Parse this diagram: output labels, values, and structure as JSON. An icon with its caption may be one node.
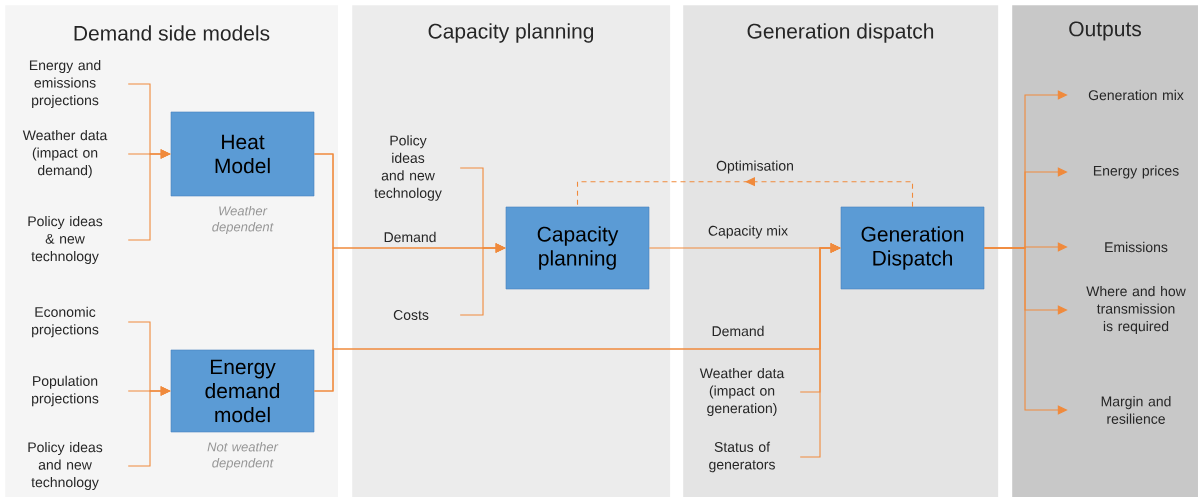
{
  "diagram": {
    "nodes": [
      {
        "text": [
          "Demand side models"
        ]
      },
      {
        "text": [
          "Energy and emissions projections"
        ],
        "in": 0
      },
      {
        "text": [
          "Weather data (impact on demand)"
        ],
        "in": 0
      },
      {
        "text": [
          "Policy ideas & new technology"
        ],
        "in": 0
      },
      {
        "text": [
          "Heat Model"
        ],
        "beside": [
          "Weather dependent"
        ],
        "in": 0
      },
      {
        "text": [
          "Economic projections"
        ],
        "in": 0
      },
      {
        "text": [
          "Population projections"
        ],
        "in": 0
      },
      {
        "text": [
          "Policy ideas and new technology"
        ],
        "in": 0
      },
      {
        "text": [
          "Energy demand model"
        ],
        "beside": [
          "Not weather dependent"
        ],
        "in": 0
      },
      {
        "text": [
          "Capacity planning"
        ]
      },
      {
        "text": [
          "Policy ideas and new technology"
        ],
        "in": 9
      },
      {
        "text": [
          "Costs"
        ],
        "in": 9
      },
      {
        "text": [
          "Capacity planning"
        ],
        "in": 9
      },
      {
        "text": [
          "Generation dispatch"
        ]
      },
      {
        "text": [
          "Weather data (impact on generation)"
        ],
        "in": 13
      },
      {
        "text": [
          "Status of generators"
        ],
        "in": 13
      },
      {
        "text": [
          "Generation Dispatch"
        ],
        "in": 13
      },
      {
        "text": [
          "Outputs"
        ]
      },
      {
        "text": [
          "Generation mix"
        ],
        "in": 17
      },
      {
        "text": [
          "Energy prices"
        ],
        "in": 17
      },
      {
        "text": [
          "Emissions"
        ],
        "in": 17
      },
      {
        "text": [
          "Where and how transmission is required"
        ],
        "in": 17
      },
      {
        "text": [
          "Margin and resilience"
        ],
        "in": 17
      }
    ],
    "edges": [
      {
        "from": 1,
        "to": 4,
        "arrow": "to"
      },
      {
        "from": 2,
        "to": 4,
        "arrow": "to"
      },
      {
        "from": 3,
        "to": 4,
        "arrow": "to"
      },
      {
        "from": 5,
        "to": 8,
        "arrow": "to"
      },
      {
        "from": 6,
        "to": 8,
        "arrow": "to"
      },
      {
        "from": 7,
        "to": 8,
        "arrow": "to"
      },
      {
        "from": 4,
        "to": 12,
        "arrow": "to",
        "label": "Demand"
      },
      {
        "from": 8,
        "to": 12,
        "arrow": "to"
      },
      {
        "from": 10,
        "to": 12,
        "arrow": "to"
      },
      {
        "from": 11,
        "to": 12,
        "arrow": "to"
      },
      {
        "from": 4,
        "to": 16,
        "arrow": "to",
        "label": "Demand"
      },
      {
        "from": 8,
        "to": 16,
        "arrow": "to"
      },
      {
        "from": 12,
        "to": 16,
        "arrow": "to",
        "label": "Capacity mix"
      },
      {
        "from": 14,
        "to": 16,
        "arrow": "to"
      },
      {
        "from": 15,
        "to": 16,
        "arrow": "to"
      },
      {
        "from": 16,
        "to": 12,
        "arrow": "to",
        "label": "Optimisation",
        "style": "dashed"
      },
      {
        "from": 16,
        "to": 18,
        "arrow": "to"
      },
      {
        "from": 16,
        "to": 19,
        "arrow": "to"
      },
      {
        "from": 16,
        "to": 20,
        "arrow": "to"
      },
      {
        "from": 16,
        "to": 21,
        "arrow": "to"
      },
      {
        "from": 16,
        "to": 22,
        "arrow": "to"
      }
    ]
  }
}
